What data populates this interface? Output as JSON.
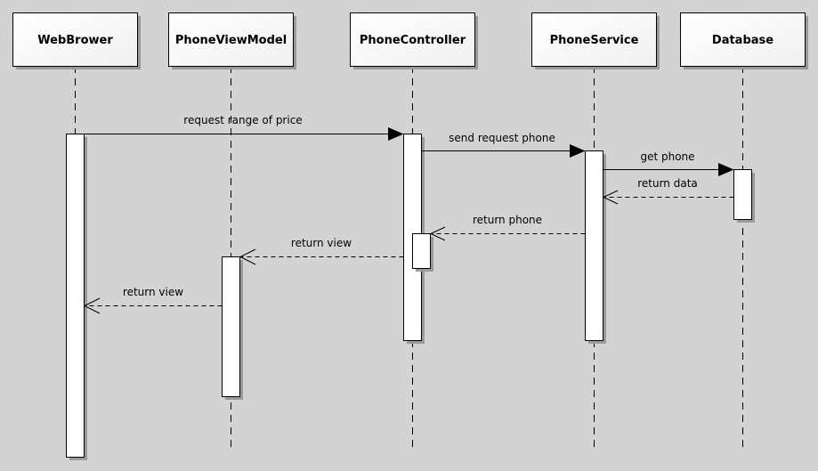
{
  "participants": [
    {
      "id": "web",
      "label": "WebBrower"
    },
    {
      "id": "vm",
      "label": "PhoneViewModel"
    },
    {
      "id": "ctrl",
      "label": "PhoneController"
    },
    {
      "id": "svc",
      "label": "PhoneService"
    },
    {
      "id": "db",
      "label": "Database"
    }
  ],
  "messages": [
    {
      "from": "web",
      "to": "ctrl",
      "label": "request range of price",
      "kind": "call"
    },
    {
      "from": "ctrl",
      "to": "svc",
      "label": "send request phone",
      "kind": "call"
    },
    {
      "from": "svc",
      "to": "db",
      "label": "get phone",
      "kind": "call"
    },
    {
      "from": "db",
      "to": "svc",
      "label": "return data",
      "kind": "return"
    },
    {
      "from": "svc",
      "to": "ctrl",
      "label": "return phone",
      "kind": "return"
    },
    {
      "from": "ctrl",
      "to": "vm",
      "label": "return view",
      "kind": "return"
    },
    {
      "from": "vm",
      "to": "web",
      "label": "return view",
      "kind": "return"
    }
  ],
  "colors": {
    "background": "#d3d3d3",
    "box_fill": "#ffffff",
    "stroke": "#000000",
    "shadow": "#9a9a9a"
  }
}
